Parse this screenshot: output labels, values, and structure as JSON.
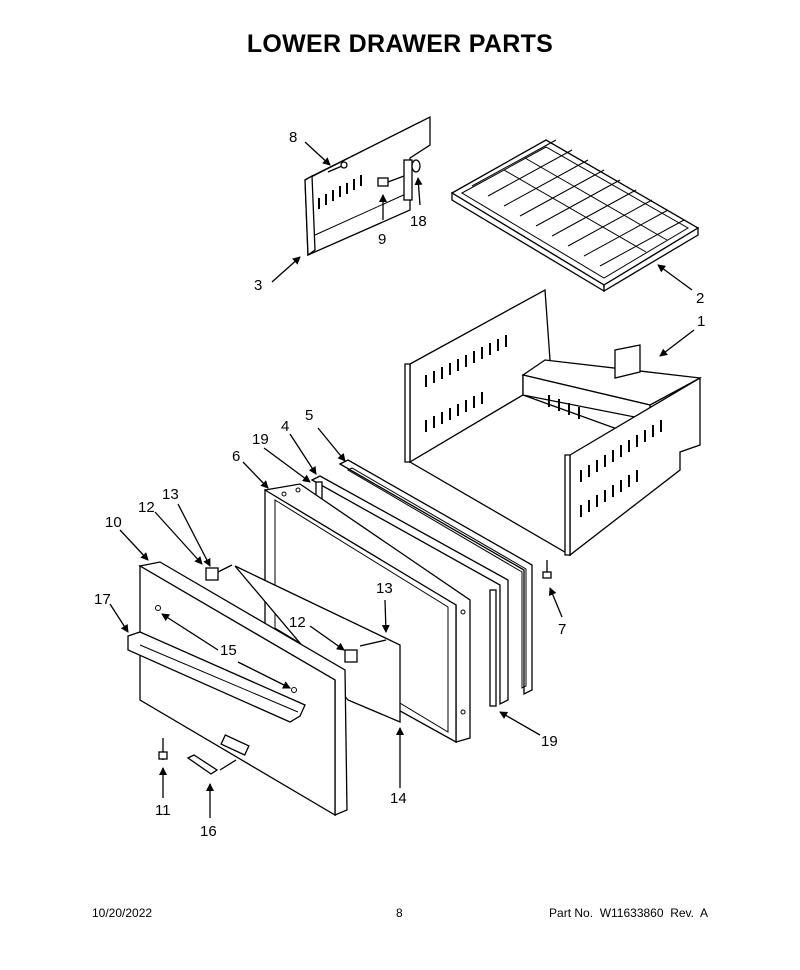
{
  "title": "LOWER DRAWER PARTS",
  "footer": {
    "date": "10/20/2022",
    "page": "8",
    "part_no": "Part No.  W11633860  Rev.  A"
  },
  "callouts": {
    "c1": "1",
    "c2": "2",
    "c3": "3",
    "c4": "4",
    "c5": "5",
    "c6": "6",
    "c7": "7",
    "c8": "8",
    "c9": "9",
    "c10": "10",
    "c11": "11",
    "c12a": "12",
    "c12b": "12",
    "c13a": "13",
    "c13b": "13",
    "c14": "14",
    "c15": "15",
    "c16": "16",
    "c17": "17",
    "c18": "18",
    "c19a": "19",
    "c19b": "19"
  }
}
